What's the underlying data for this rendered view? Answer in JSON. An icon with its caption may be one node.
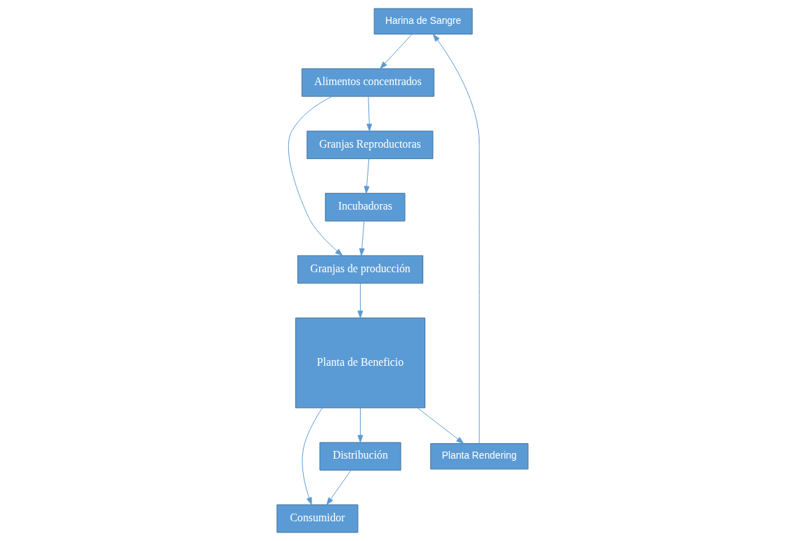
{
  "diagram": {
    "nodes": [
      {
        "text": [
          "Harina de Sangre"
        ]
      },
      {
        "text": [
          "Planta Rendering"
        ]
      },
      {
        "text": [
          "Alimentos concentrados"
        ]
      },
      {
        "text": [
          "Planta de Beneficio"
        ]
      },
      {
        "text": [
          "Granjas Reproductoras"
        ]
      },
      {
        "text": [
          "Granjas de producción"
        ]
      },
      {
        "text": [
          "Consumidor"
        ]
      },
      {
        "text": [
          "Distribución"
        ]
      },
      {
        "text": [
          "Incubadoras"
        ]
      }
    ],
    "edges": [
      {
        "from": 0,
        "to": 2,
        "arrow": "to"
      },
      {
        "from": 1,
        "to": 0,
        "arrow": "to"
      },
      {
        "from": 2,
        "to": 4,
        "arrow": "to"
      },
      {
        "from": 2,
        "to": 5,
        "arrow": "to"
      },
      {
        "from": 5,
        "to": 3,
        "arrow": "to"
      },
      {
        "from": 3,
        "to": 1,
        "arrow": "to"
      },
      {
        "from": 3,
        "to": 6,
        "arrow": "to"
      },
      {
        "from": 3,
        "to": 7,
        "arrow": "to"
      },
      {
        "from": 7,
        "to": 6,
        "arrow": "to"
      },
      {
        "from": 4,
        "to": 8,
        "arrow": "to"
      },
      {
        "from": 8,
        "to": 5,
        "arrow": "to"
      }
    ]
  }
}
